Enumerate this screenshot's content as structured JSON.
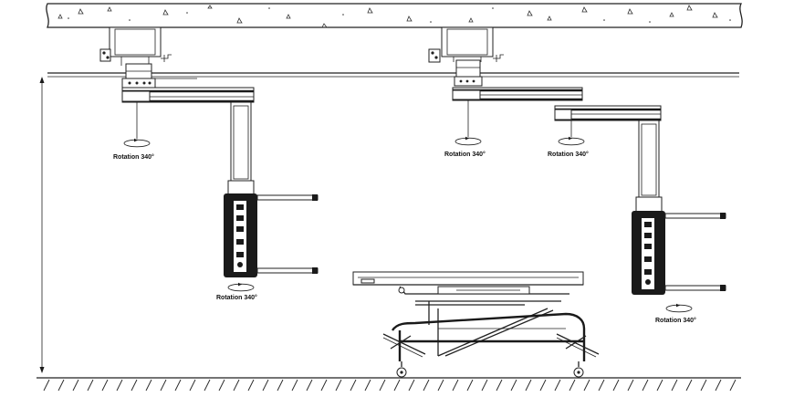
{
  "diagram": {
    "rotation_labels": [
      "Rotation 340°",
      "Rotation 340°",
      "Rotation 340°",
      "Rotation 340°",
      "Rotation 340°"
    ]
  },
  "colors": {
    "line": "#1a1a1a",
    "background": "#ffffff"
  }
}
